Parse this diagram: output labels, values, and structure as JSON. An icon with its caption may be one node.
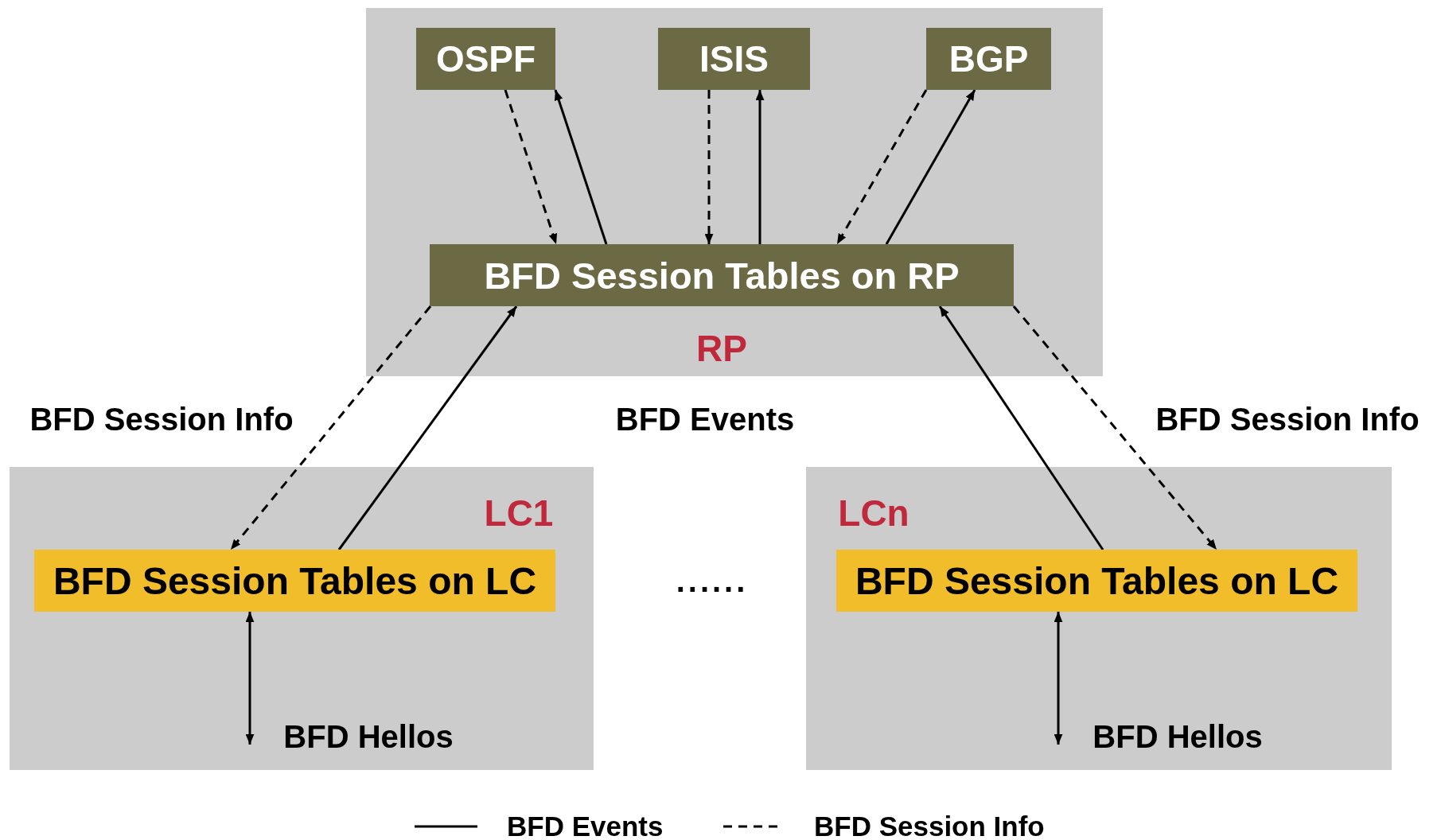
{
  "diagram": {
    "nodes": [
      {
        "text": [
          "RP"
        ]
      },
      {
        "text": [
          "OSPF"
        ],
        "in": 0
      },
      {
        "text": [
          "ISIS"
        ],
        "in": 0
      },
      {
        "text": [
          "BGP"
        ],
        "in": 0
      },
      {
        "text": [
          "BFD Session Tables on RP"
        ],
        "in": 0
      },
      {
        "text": [
          "LC1"
        ]
      },
      {
        "text": [
          "BFD Session Tables on LC"
        ],
        "in": 5
      },
      {
        "text": [
          "LCn"
        ]
      },
      {
        "text": [
          "BFD Session Tables on LC"
        ],
        "in": 7
      }
    ],
    "edges": [
      {
        "from": 1,
        "to": 4,
        "arrow": "to",
        "style": "dashed"
      },
      {
        "from": 4,
        "to": 1,
        "arrow": "to"
      },
      {
        "from": 2,
        "to": 4,
        "arrow": "to",
        "style": "dashed"
      },
      {
        "from": 4,
        "to": 2,
        "arrow": "to"
      },
      {
        "from": 3,
        "to": 4,
        "arrow": "to",
        "style": "dashed"
      },
      {
        "from": 4,
        "to": 3,
        "arrow": "to"
      },
      {
        "from": 4,
        "to": 6,
        "arrow": "to",
        "style": "dashed"
      },
      {
        "from": 6,
        "to": 4,
        "arrow": "to"
      },
      {
        "from": 8,
        "to": 4,
        "arrow": "to"
      },
      {
        "from": 4,
        "to": 8,
        "arrow": "to",
        "style": "dashed"
      },
      {
        "from": 6,
        "to": null,
        "arrow": "both"
      },
      {
        "from": 8,
        "to": null,
        "arrow": "both"
      }
    ],
    "labels": [
      "BFD Session Info",
      "BFD Events",
      "BFD Session Info",
      "......",
      "BFD Hellos",
      "BFD Hellos"
    ],
    "legend": [
      {
        "text": "BFD Events"
      },
      {
        "text": "BFD Session Info"
      }
    ]
  }
}
